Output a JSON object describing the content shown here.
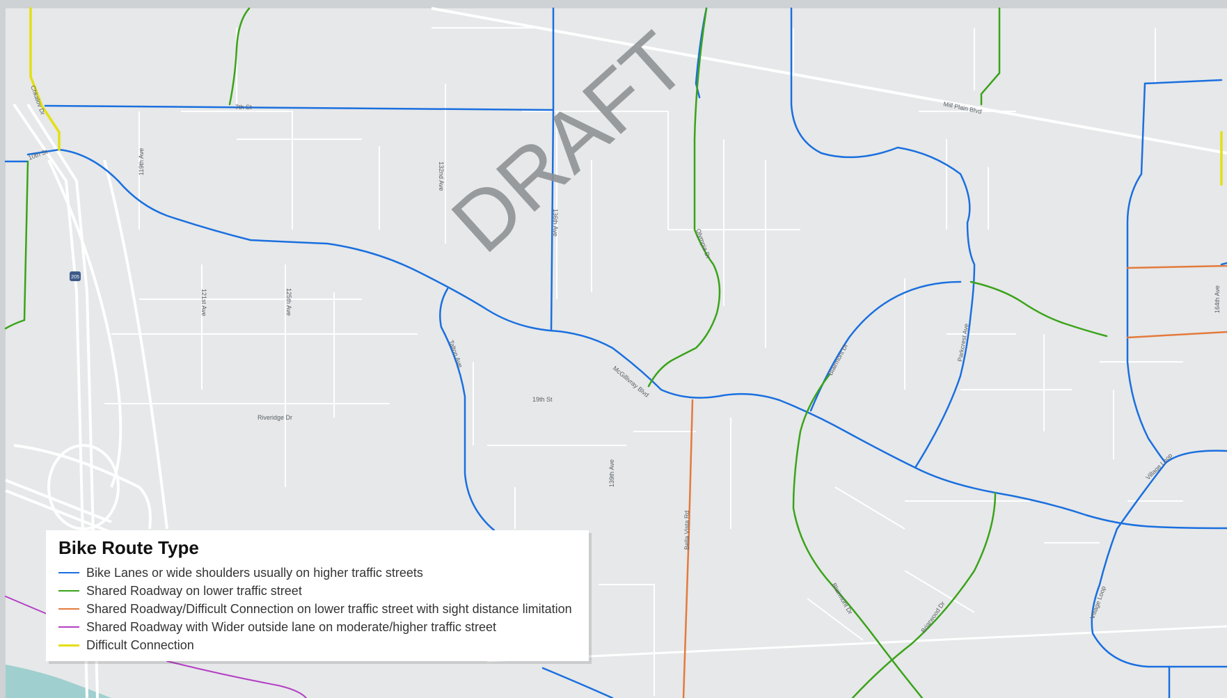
{
  "colors": {
    "background": "#e6e8e9",
    "street": "#ffffff",
    "water": "#9fcfcf",
    "watermark": "#8f9295"
  },
  "watermark": "DRAFT",
  "street_labels": {
    "chkalov": "Chkalov Dr",
    "seventh": "7th St",
    "tenth": "10th St",
    "ave119": "119th Ave",
    "ave132": "132nd Ave",
    "ave136": "136th Ave",
    "olympia": "Olympia Dr",
    "millplain": "Mill Plain Blvd",
    "i205": "205",
    "ave121": "121st Ave",
    "ave125": "125th Ave",
    "tallman": "Talton Ave",
    "mcgillivray": "McGillivray Blvd",
    "nineteenth": "19th St",
    "riveridge": "Riveridge Dr",
    "ave139": "139th Ave",
    "bellavista": "Bella Vista Rd",
    "blairmont1": "Blairmont Dr",
    "parkcrest": "Parkcrest Ave",
    "blairmont2": "Blairmont Dr",
    "briarwood": "Briarwood Dr",
    "villageloop1": "Village Loop",
    "villageloop2": "Village Loop",
    "ave164": "164th Ave"
  },
  "legend": {
    "title": "Bike Route Type",
    "items": [
      {
        "label": "Bike Lanes or wide shoulders usually on higher traffic streets",
        "color": "#1a6fdf"
      },
      {
        "label": "Shared Roadway on lower traffic street",
        "color": "#3aa319"
      },
      {
        "label": "Shared Roadway/Difficult Connection on lower traffic street with sight distance limitation",
        "color": "#e47a3c"
      },
      {
        "label": "Shared Roadway with Wider outside lane on moderate/higher traffic street",
        "color": "#b43fc4"
      },
      {
        "label": "Difficult Connection",
        "color": "#e3df12"
      }
    ]
  }
}
